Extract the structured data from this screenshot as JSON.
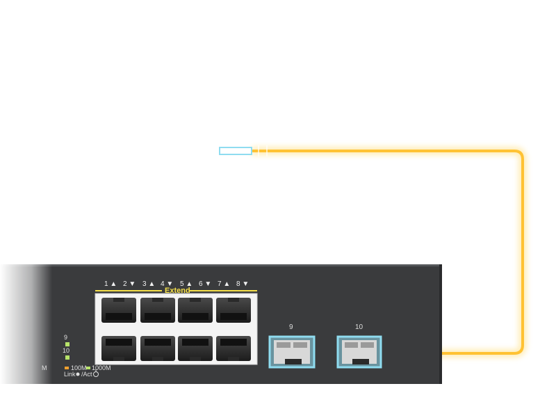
{
  "switch": {
    "port_groups": [
      {
        "number": "1",
        "arrow": "▲"
      },
      {
        "number": "2",
        "arrow": "▼"
      },
      {
        "number": "3",
        "arrow": "▲"
      },
      {
        "number": "4",
        "arrow": "▼"
      },
      {
        "number": "5",
        "arrow": "▲"
      },
      {
        "number": "6",
        "arrow": "▼"
      },
      {
        "number": "7",
        "arrow": "▲"
      },
      {
        "number": "8",
        "arrow": "▼"
      }
    ],
    "extend_label": "Extend",
    "sfp_ports": [
      {
        "label": "9"
      },
      {
        "label": "10"
      }
    ],
    "led_labels": {
      "port9": "9",
      "port10": "10"
    },
    "legend": {
      "speed_100": "100M",
      "speed_1000": "1000M",
      "link": "Link",
      "act": "/Act",
      "partial": "M"
    }
  },
  "colors": {
    "chassis": "#3a3b3d",
    "cable": "#ffc233",
    "cable_glow": "#ffe9a8",
    "sfp_highlight": "#8fdcf0",
    "extend_text": "#f5e04a",
    "led_green": "#b7e36a",
    "led_orange": "#f0a030"
  },
  "icons": [
    "rj45-port-icon",
    "sfp-module-icon",
    "fiber-connector-icon",
    "led-icon",
    "mode-icon"
  ]
}
